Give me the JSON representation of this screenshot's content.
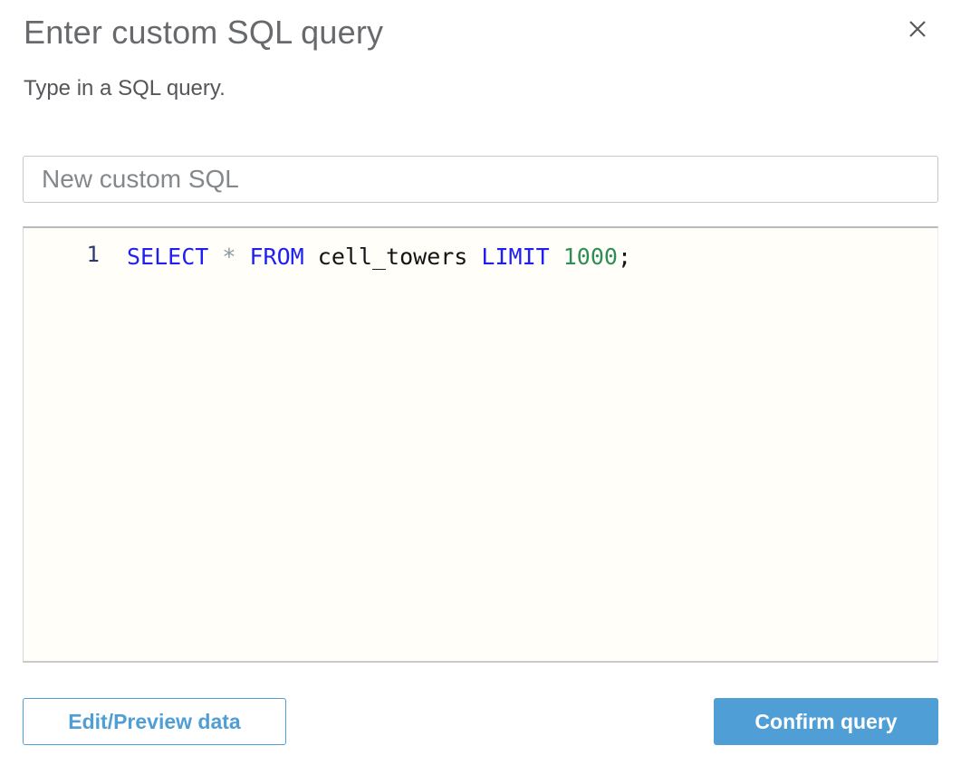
{
  "dialog": {
    "title": "Enter custom SQL query",
    "subtitle": "Type in a SQL query.",
    "close_icon": "close-x"
  },
  "name_input": {
    "value": "New custom SQL"
  },
  "sql_editor": {
    "line_number": "1",
    "code_text": "SELECT * FROM cell_towers LIMIT 1000;",
    "tokens": [
      {
        "text": "SELECT",
        "type": "keyword"
      },
      {
        "text": " ",
        "type": "plain"
      },
      {
        "text": "*",
        "type": "operator"
      },
      {
        "text": " ",
        "type": "plain"
      },
      {
        "text": "FROM",
        "type": "keyword"
      },
      {
        "text": " ",
        "type": "plain"
      },
      {
        "text": "cell_towers",
        "type": "identifier"
      },
      {
        "text": " ",
        "type": "plain"
      },
      {
        "text": "LIMIT",
        "type": "keyword"
      },
      {
        "text": " ",
        "type": "plain"
      },
      {
        "text": "1000",
        "type": "number"
      },
      {
        "text": ";",
        "type": "punctuation"
      }
    ],
    "token_colors": {
      "keyword": "#1e1ef5",
      "operator": "#8c97a2",
      "identifier": "#141414",
      "plain": "#141414",
      "number": "#2f8d58",
      "punctuation": "#141414"
    },
    "gutter_color": "#2b3a6e",
    "background": "#fffef8"
  },
  "footer": {
    "edit_preview_label": "Edit/Preview data",
    "confirm_label": "Confirm query"
  },
  "colors": {
    "accent_blue": "#4f9fd6",
    "title_gray": "#67696c",
    "close_icon_gray": "#58595a"
  }
}
